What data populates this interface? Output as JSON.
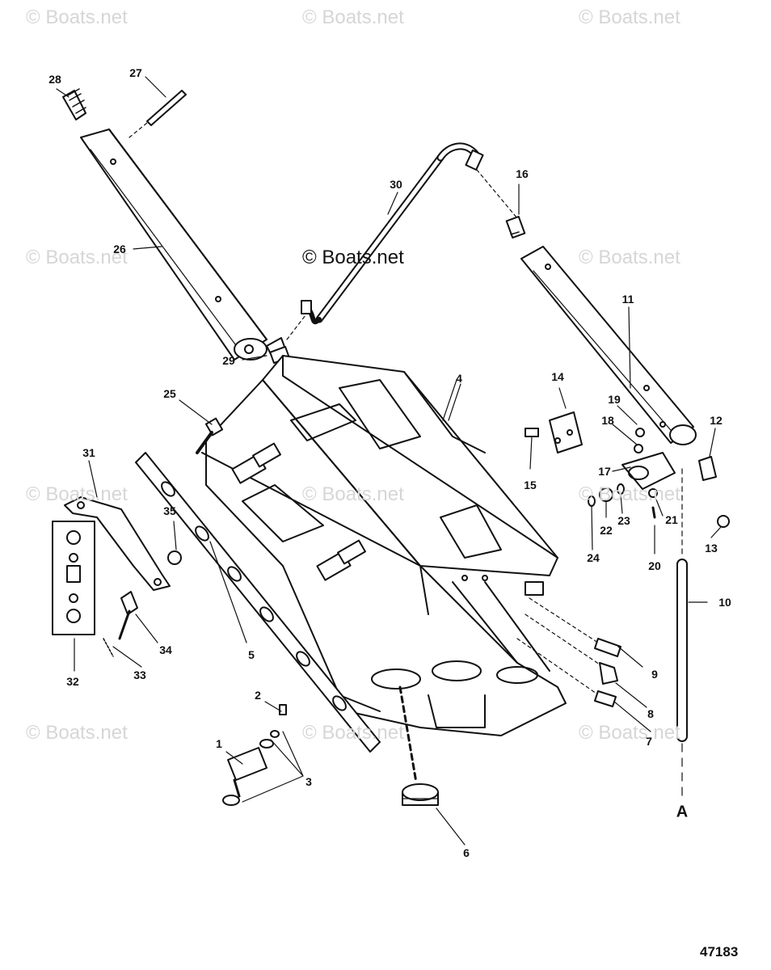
{
  "watermark": "© Boats.net",
  "center_watermark": "© Boats.net",
  "diagram_number": "47183",
  "reference_label": "A",
  "callouts": {
    "c1": "1",
    "c2": "2",
    "c3": "3",
    "c4": "4",
    "c5": "5",
    "c6": "6",
    "c7": "7",
    "c8": "8",
    "c9": "9",
    "c10": "10",
    "c11": "11",
    "c12": "12",
    "c13": "13",
    "c14": "14",
    "c15": "15",
    "c16": "16",
    "c17": "17",
    "c18": "18",
    "c19": "19",
    "c20": "20",
    "c21": "21",
    "c22": "22",
    "c23": "23",
    "c24": "24",
    "c25": "25",
    "c26": "26",
    "c27": "27",
    "c28": "28",
    "c29": "29",
    "c30": "30",
    "c31": "31",
    "c32": "32",
    "c33": "33",
    "c34": "34",
    "c35": "35"
  }
}
